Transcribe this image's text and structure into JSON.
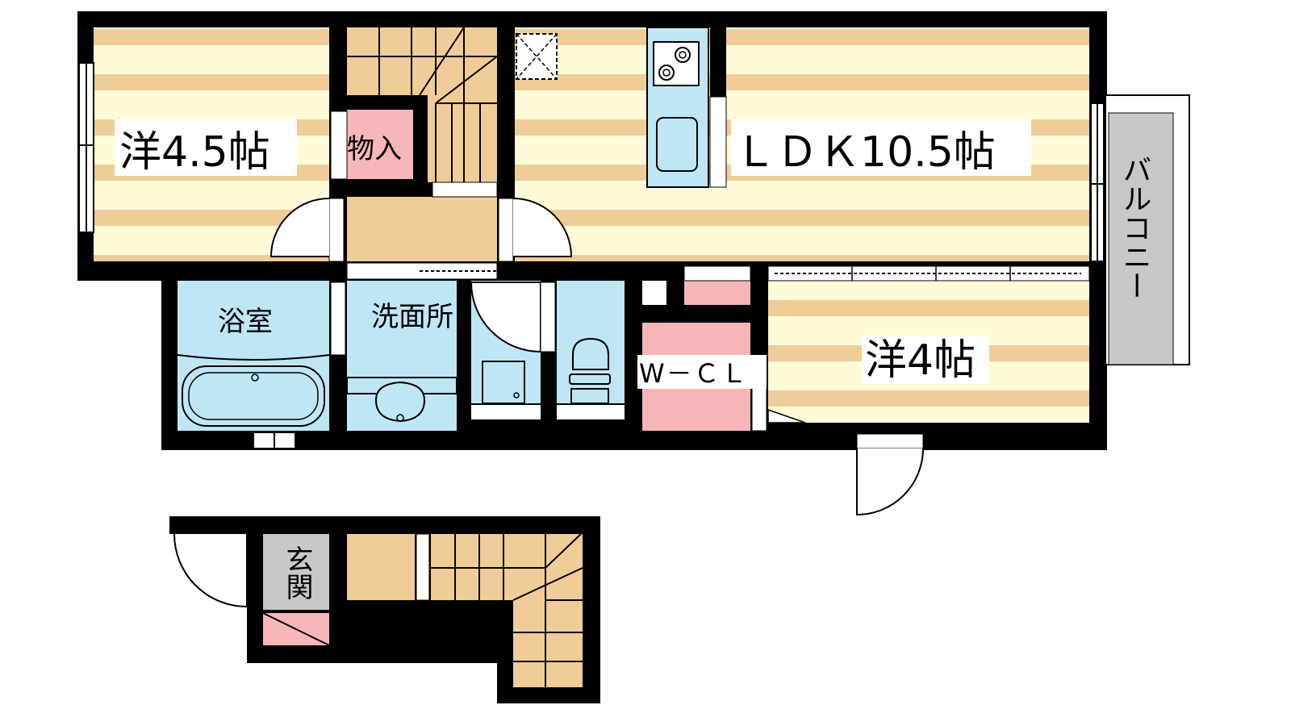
{
  "rooms": {
    "western_45": "洋4.5帖",
    "closet": "物入",
    "ldk": "ＬＤＫ10.5帖",
    "bath": "浴室",
    "washroom": "洗面所",
    "wcl": "W－ＣＬ",
    "western_4": "洋4帖",
    "balcony": "バルコニー",
    "entrance": "玄関"
  },
  "colors": {
    "wall": "#000000",
    "floor_stripe_a": "#f0cc98",
    "floor_stripe_b": "#fffbd8",
    "wood": "#f0cc98",
    "wet_area": "#bfe6f5",
    "storage": "#f7b6b8",
    "entrance": "#c8c8c8",
    "balcony": "#c8c8c8",
    "background": "#ffffff"
  }
}
